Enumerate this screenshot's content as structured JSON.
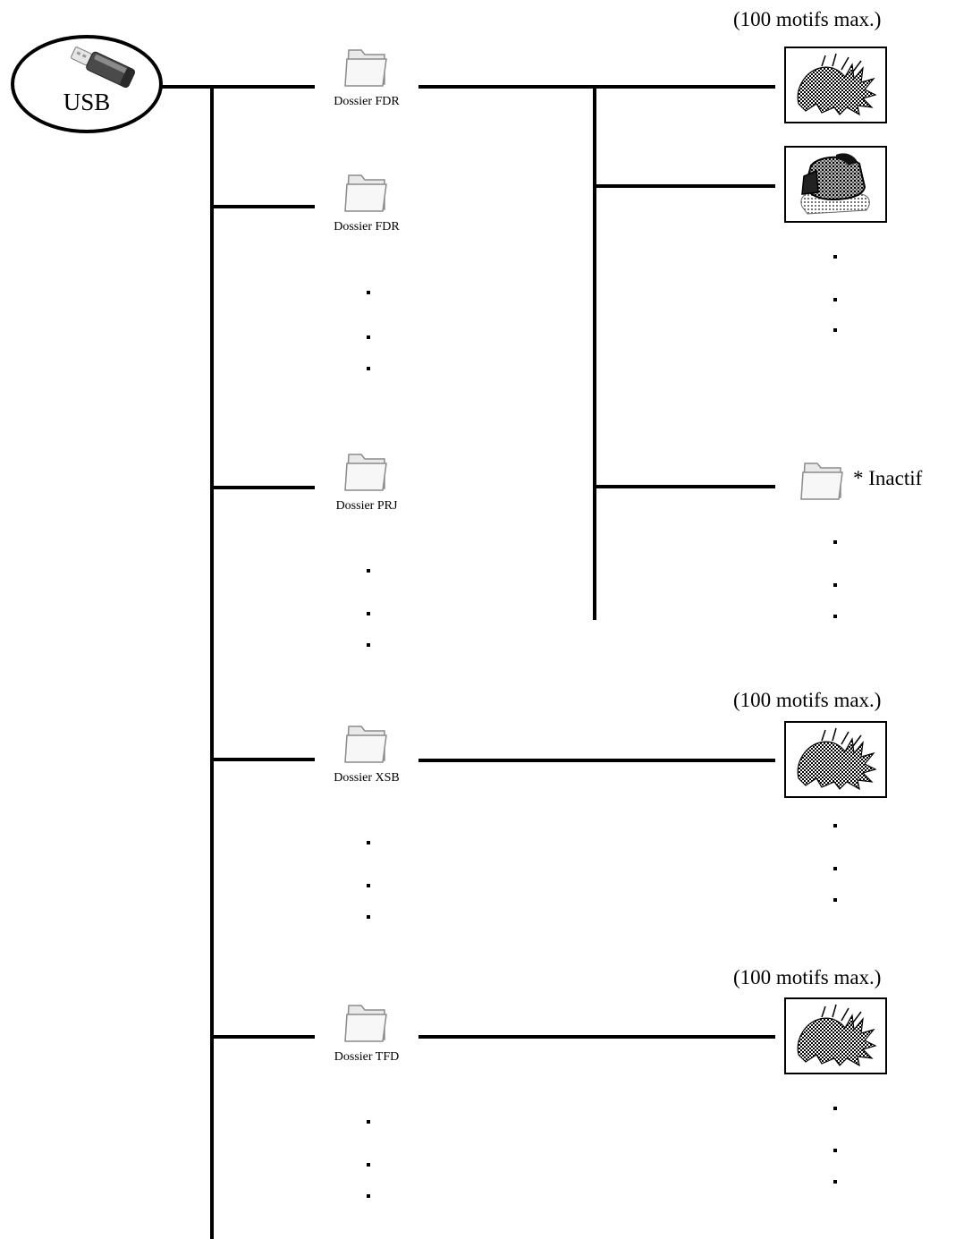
{
  "usb": {
    "label": "USB"
  },
  "folders": [
    {
      "label": "Dossier FDR"
    },
    {
      "label": "Dossier FDR"
    },
    {
      "label": "Dossier PRJ"
    },
    {
      "label": "Dossier XSB"
    },
    {
      "label": "Dossier TFD"
    }
  ],
  "notes": {
    "max_top": "(100 motifs max.)",
    "max_xsb": "(100 motifs max.)",
    "max_tfd": "(100 motifs max.)",
    "inactive": "* Inactif"
  },
  "icons": {
    "usb": "usb-drive-icon",
    "folder": "folder-icon",
    "pattern": "embroidery-pattern-thumbnail"
  },
  "colors": {
    "line": "#000000",
    "background": "#ffffff"
  }
}
